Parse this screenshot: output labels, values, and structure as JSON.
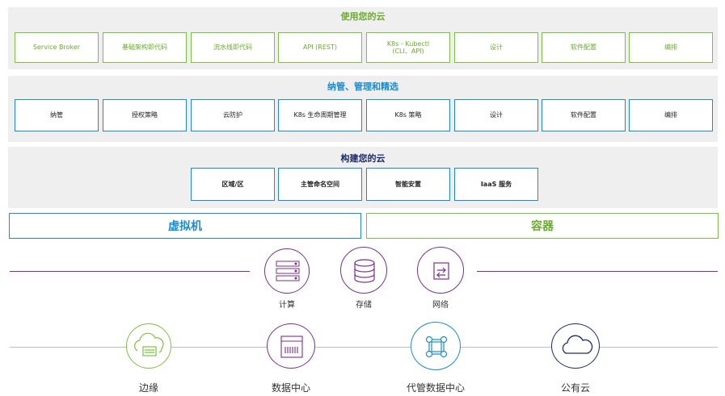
{
  "use_cloud": {
    "title": "使用您的云",
    "items": [
      "Service Broker",
      "基础架构即代码",
      "流水线即代码",
      "API (REST)",
      "K8s - Kubectl\n(CLI、API)",
      "设计",
      "软件配置",
      "编排"
    ]
  },
  "manage": {
    "title": "纳管、管理和精选",
    "items": [
      "纳管",
      "授权策略",
      "云防护",
      "K8s 生命周期管理",
      "K8s 策略",
      "设计",
      "软件配置",
      "编排"
    ]
  },
  "build": {
    "title": "构建您的云",
    "items": [
      "区域/区",
      "主管命名空间",
      "智能安置",
      "IaaS 服务"
    ]
  },
  "vm_label": "虚拟机",
  "container_label": "容器",
  "resources": [
    "计算",
    "存储",
    "网络"
  ],
  "locations": [
    "边缘",
    "数据中心",
    "代管数据中心",
    "公有云"
  ],
  "colors": {
    "green": "#7cc142",
    "blue": "#1d8bd1",
    "purple": "#7b2f8e",
    "navy": "#1b2a6b"
  }
}
